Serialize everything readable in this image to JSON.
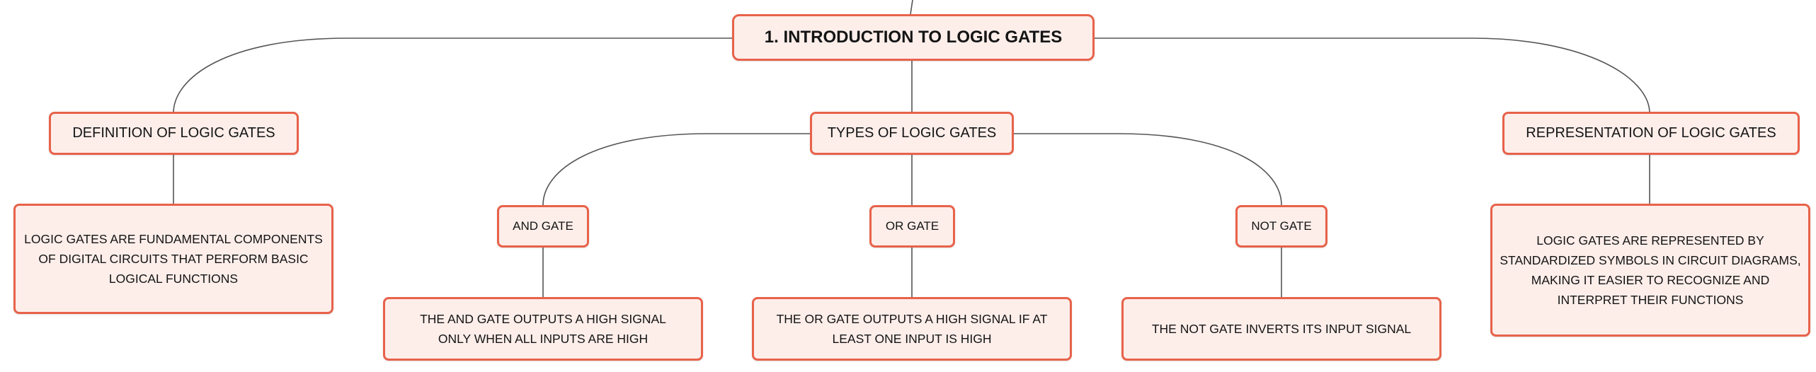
{
  "colors": {
    "node_fill": "#fdeeea",
    "node_border": "#e8624a",
    "connector": "#555555",
    "text": "#141414"
  },
  "map": {
    "root": "1. INTRODUCTION TO LOGIC GATES",
    "definition": {
      "title": "DEFINITION OF LOGIC GATES",
      "text": "LOGIC GATES ARE FUNDAMENTAL COMPONENTS OF DIGITAL CIRCUITS THAT PERFORM BASIC LOGICAL FUNCTIONS"
    },
    "types": {
      "title": "TYPES OF LOGIC GATES",
      "and": {
        "title": "AND GATE",
        "text": "THE AND GATE OUTPUTS A HIGH SIGNAL ONLY WHEN ALL INPUTS ARE HIGH"
      },
      "or": {
        "title": "OR GATE",
        "text": "THE OR GATE OUTPUTS A HIGH SIGNAL IF AT LEAST ONE INPUT IS HIGH"
      },
      "not": {
        "title": "NOT GATE",
        "text": "THE NOT GATE INVERTS ITS INPUT SIGNAL"
      }
    },
    "representation": {
      "title": "REPRESENTATION OF LOGIC GATES",
      "text": "LOGIC GATES ARE REPRESENTED BY STANDARDIZED SYMBOLS IN CIRCUIT DIAGRAMS, MAKING IT EASIER TO RECOGNIZE AND INTERPRET THEIR FUNCTIONS"
    }
  }
}
